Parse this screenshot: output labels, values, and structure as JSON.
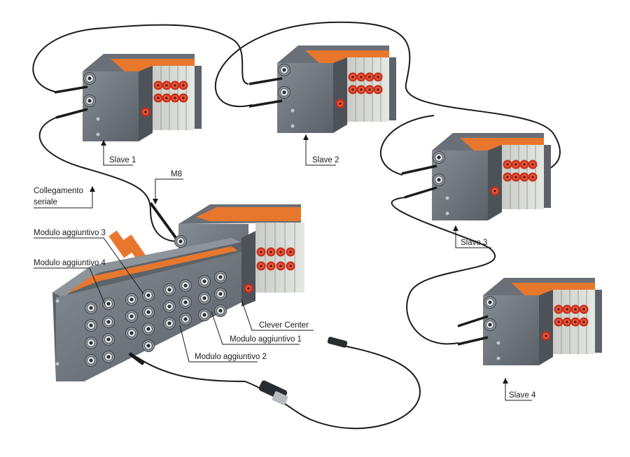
{
  "labels": {
    "slave1": "Slave 1",
    "slave2": "Slave 2",
    "slave3": "Slave 3",
    "slave4": "Slave 4",
    "m8": "M8",
    "serial_line1": "Collegamento",
    "serial_line2": "seriale",
    "mod3": "Modulo aggiuntivo 3",
    "mod4": "Modulo aggiuntivo 4",
    "clever": "Clever Center",
    "mod1": "Modulo aggiuntivo 1",
    "mod2": "Modulo aggiuntivo 2"
  },
  "colors": {
    "body_gray": "#6e757d",
    "body_dark": "#4d5258",
    "body_light": "#8d949b",
    "orange": "#e8772e",
    "fitting_red": "#d9341f",
    "plate_light": "#d9dcd6",
    "cable": "#1b1b1b"
  }
}
